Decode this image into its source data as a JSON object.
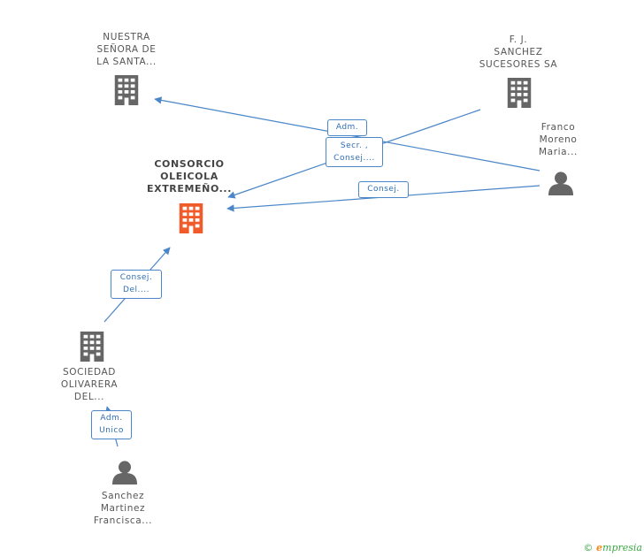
{
  "nodes": {
    "nuestra": {
      "lines": [
        "NUESTRA",
        "SEÑORA DE",
        "LA SANTA..."
      ],
      "icon": "building-icon"
    },
    "fj": {
      "lines": [
        "F. J.",
        "SANCHEZ",
        "SUCESORES SA"
      ],
      "icon": "building-icon"
    },
    "consorcio": {
      "lines": [
        "CONSORCIO",
        "OLEICOLA",
        "EXTREMEÑO..."
      ],
      "icon": "building-icon",
      "highlight": true
    },
    "franco": {
      "lines": [
        "Franco",
        "Moreno",
        "Maria..."
      ],
      "icon": "person-icon"
    },
    "sociedad": {
      "lines": [
        "SOCIEDAD",
        "OLIVARERA",
        "DEL..."
      ],
      "icon": "building-icon"
    },
    "sanchez": {
      "lines": [
        "Sanchez",
        "Martinez",
        "Francisca..."
      ],
      "icon": "person-icon"
    }
  },
  "edges": {
    "adm": [
      "Adm."
    ],
    "secr": [
      "Secr. ,",
      "Consej...."
    ],
    "consej": [
      "Consej."
    ],
    "consejdel": [
      "Consej.",
      "Del...."
    ],
    "admunico": [
      "Adm.",
      "Unico"
    ]
  },
  "footer": {
    "copyright": "©",
    "brand_initial": "e",
    "brand_rest": "mpresia"
  },
  "colors": {
    "edge": "#4a86c8",
    "icon": "#666666",
    "highlight_icon": "#f15a29"
  }
}
